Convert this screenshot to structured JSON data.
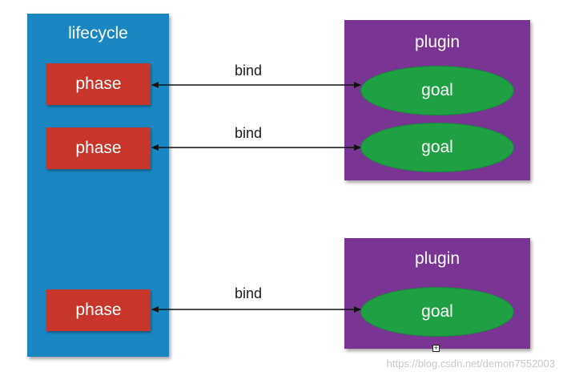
{
  "lifecycle": {
    "title": "lifecycle"
  },
  "phases": [
    "phase",
    "phase",
    "phase"
  ],
  "plugins": [
    {
      "title": "plugin",
      "goals": [
        "goal",
        "goal"
      ]
    },
    {
      "title": "plugin",
      "goals": [
        "goal"
      ]
    }
  ],
  "binds": [
    "bind",
    "bind",
    "bind"
  ],
  "resize_handle_glyph": "+",
  "watermark": "https://blog.csdn.net/demon7552003",
  "colors": {
    "lifecycle": "#1a87c2",
    "phase": "#c8362b",
    "plugin": "#7a3594",
    "goal": "#1ea043"
  }
}
